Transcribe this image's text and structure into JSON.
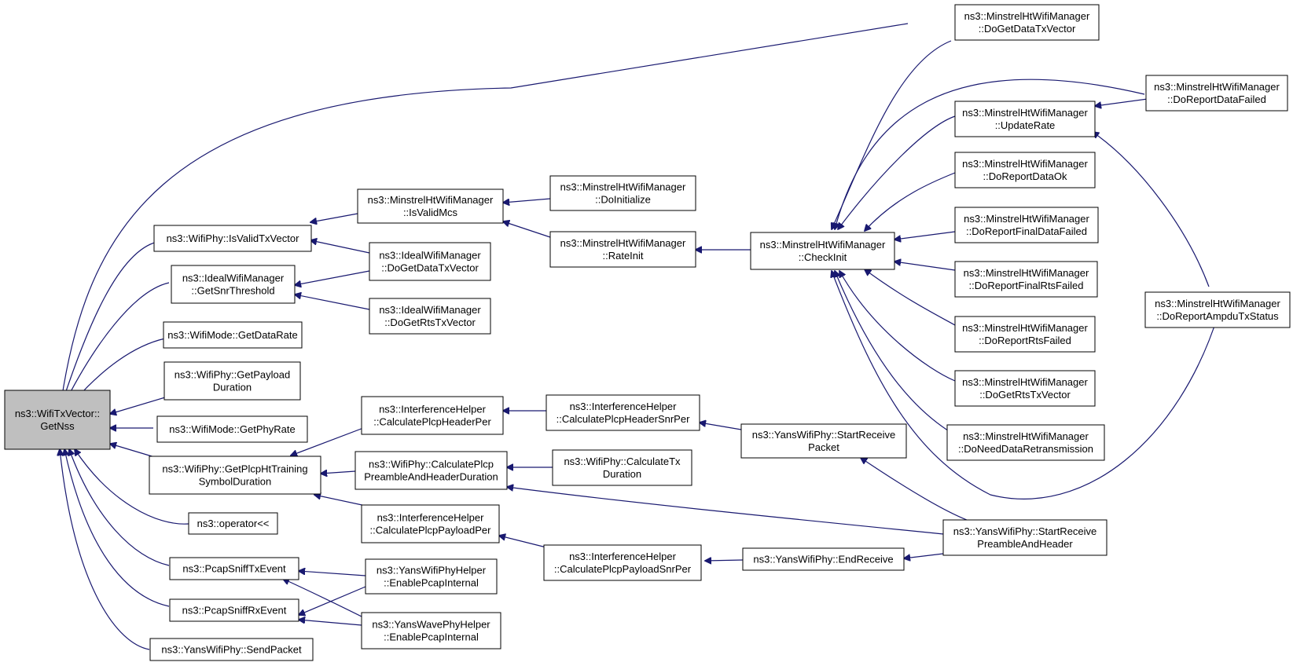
{
  "colors": {
    "edge": "#191970",
    "root_fill": "#bfbfbf",
    "node_fill": "#ffffff",
    "node_stroke": "#000000"
  },
  "nodes": {
    "n0": [
      "ns3::WifiTxVector::",
      "GetNss"
    ],
    "n1": [
      "ns3::WifiPhy::IsValidTxVector"
    ],
    "n2": [
      "ns3::IdealWifiManager",
      "::GetSnrThreshold"
    ],
    "n3": [
      "ns3::WifiMode::GetDataRate"
    ],
    "n4": [
      "ns3::WifiPhy::GetPayload",
      "Duration"
    ],
    "n5": [
      "ns3::WifiMode::GetPhyRate"
    ],
    "n6": [
      "ns3::WifiPhy::GetPlcpHtTraining",
      "SymbolDuration"
    ],
    "n7": [
      "ns3::operator<<"
    ],
    "n8": [
      "ns3::PcapSniffTxEvent"
    ],
    "n9": [
      "ns3::PcapSniffRxEvent"
    ],
    "n10": [
      "ns3::YansWifiPhy::SendPacket"
    ],
    "n11": [
      "ns3::MinstrelHtWifiManager",
      "::IsValidMcs"
    ],
    "n12": [
      "ns3::IdealWifiManager",
      "::DoGetDataTxVector"
    ],
    "n13": [
      "ns3::IdealWifiManager",
      "::DoGetRtsTxVector"
    ],
    "n14": [
      "ns3::InterferenceHelper",
      "::CalculatePlcpHeaderPer"
    ],
    "n15": [
      "ns3::WifiPhy::CalculatePlcp",
      "PreambleAndHeaderDuration"
    ],
    "n16": [
      "ns3::InterferenceHelper",
      "::CalculatePlcpPayloadPer"
    ],
    "n17": [
      "ns3::YansWifiPhyHelper",
      "::EnablePcapInternal"
    ],
    "n18": [
      "ns3::YansWavePhyHelper",
      "::EnablePcapInternal"
    ],
    "n19": [
      "ns3::MinstrelHtWifiManager",
      "::DoInitialize"
    ],
    "n20": [
      "ns3::MinstrelHtWifiManager",
      "::RateInit"
    ],
    "n21": [
      "ns3::InterferenceHelper",
      "::CalculatePlcpHeaderSnrPer"
    ],
    "n22": [
      "ns3::WifiPhy::CalculateTx",
      "Duration"
    ],
    "n23": [
      "ns3::InterferenceHelper",
      "::CalculatePlcpPayloadSnrPer"
    ],
    "n24": [
      "ns3::MinstrelHtWifiManager",
      "::CheckInit"
    ],
    "n25": [
      "ns3::YansWifiPhy::StartReceive",
      "Packet"
    ],
    "n26": [
      "ns3::YansWifiPhy::EndReceive"
    ],
    "n27": [
      "ns3::MinstrelHtWifiManager",
      "::DoGetDataTxVector"
    ],
    "n28": [
      "ns3::MinstrelHtWifiManager",
      "::UpdateRate"
    ],
    "n29": [
      "ns3::MinstrelHtWifiManager",
      "::DoReportDataOk"
    ],
    "n30": [
      "ns3::MinstrelHtWifiManager",
      "::DoReportFinalDataFailed"
    ],
    "n31": [
      "ns3::MinstrelHtWifiManager",
      "::DoReportFinalRtsFailed"
    ],
    "n32": [
      "ns3::MinstrelHtWifiManager",
      "::DoReportRtsFailed"
    ],
    "n33": [
      "ns3::MinstrelHtWifiManager",
      "::DoGetRtsTxVector"
    ],
    "n34": [
      "ns3::MinstrelHtWifiManager",
      "::DoNeedDataRetransmission"
    ],
    "n35": [
      "ns3::YansWifiPhy::StartReceive",
      "PreambleAndHeader"
    ],
    "n36": [
      "ns3::MinstrelHtWifiManager",
      "::DoReportDataFailed"
    ],
    "n37": [
      "ns3::MinstrelHtWifiManager",
      "::DoReportAmpduTxStatus"
    ]
  }
}
